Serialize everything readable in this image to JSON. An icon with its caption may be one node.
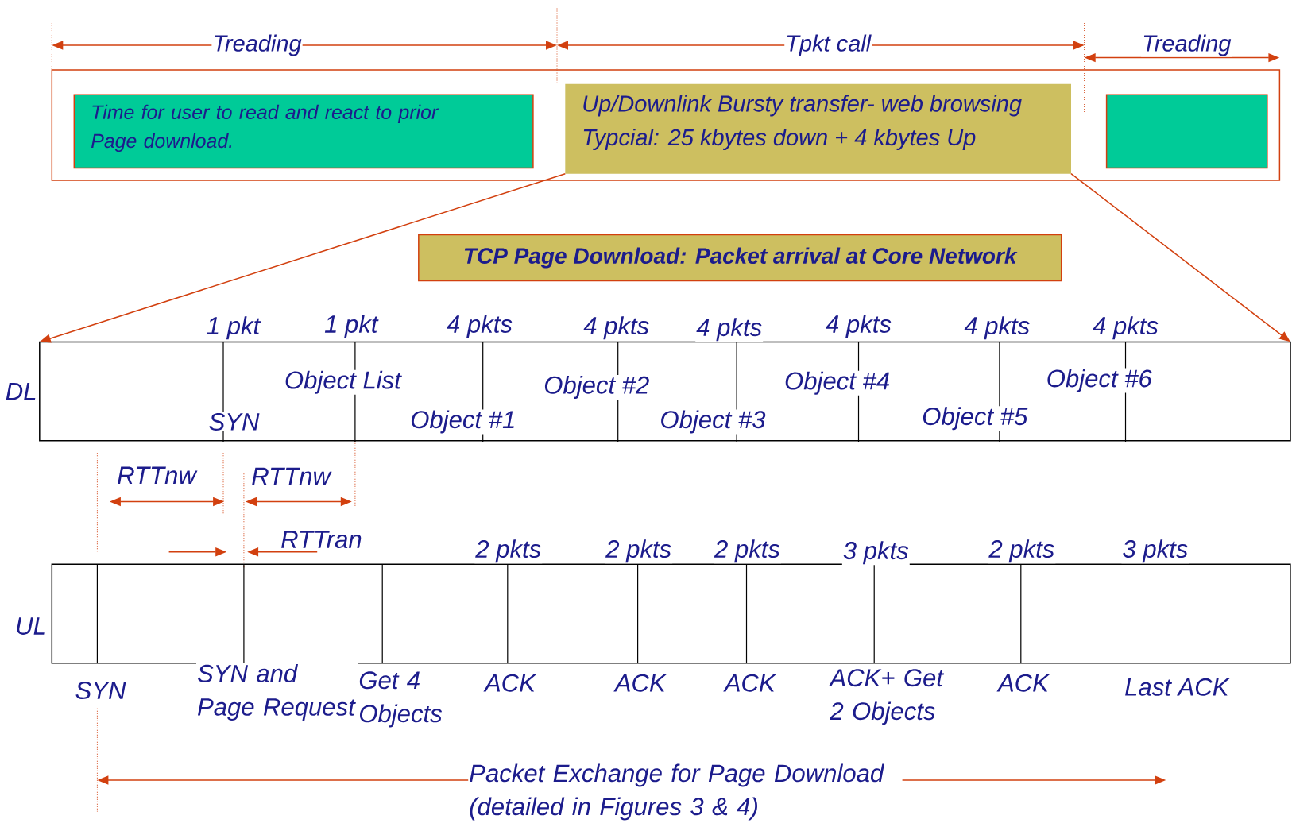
{
  "diagram": {
    "nodes": [
      {
        "text": [],
        "shape": "box"
      },
      {
        "text": [
          "Time for user to read and react to prior Page download."
        ],
        "in": 0
      },
      {
        "text": [
          "Up/Downlink Bursty transfer- web browsing",
          "Typcial: 25 kbytes down + 4 kbytes Up"
        ],
        "in": 0
      },
      {
        "text": [],
        "shape": "box",
        "in": 0
      },
      {
        "text": [
          "TCP Page Download: Packet arrival at Core Network"
        ]
      },
      {
        "text": [
          "DL"
        ]
      },
      {
        "text": [
          "UL"
        ]
      }
    ],
    "edges": [
      {
        "from": 2,
        "to": 5,
        "arrow": "to"
      },
      {
        "from": 2,
        "to": 5,
        "arrow": "to"
      }
    ],
    "labels": [
      "Treading",
      "Tpkt call",
      "Treading",
      "1 pkt",
      "1 pkt",
      "4 pkts",
      "4 pkts",
      "4 pkts",
      "4 pkts",
      "4 pkts",
      "4 pkts",
      "Object List",
      "Object #2",
      "Object #4",
      "Object #6",
      "SYN",
      "Object #1",
      "Object #3",
      "Object #5",
      "RTTnw",
      "RTTnw",
      "RTTran",
      "2 pkts",
      "2 pkts",
      "2 pkts",
      "3 pkts",
      "2 pkts",
      "3 pkts",
      "SYN",
      "SYN and Page Request",
      "Get 4 Objects",
      "ACK",
      "ACK",
      "ACK",
      "ACK+ Get 2 Objects",
      "ACK",
      "Last ACK",
      "Packet Exchange for Page Download (detailed in Figures 3 & 4)"
    ]
  }
}
